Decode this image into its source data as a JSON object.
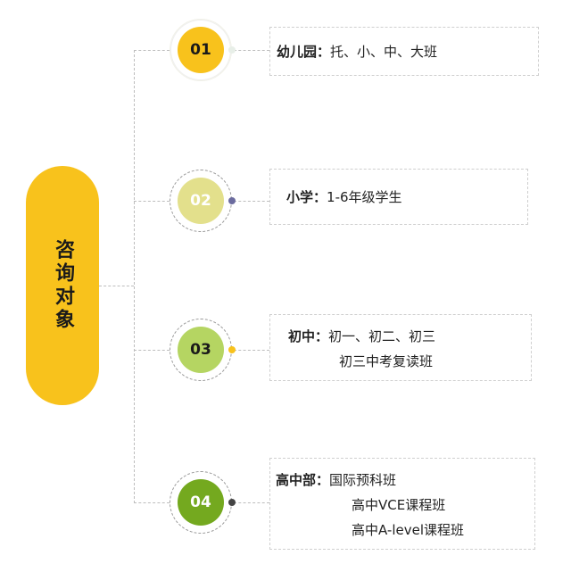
{
  "center_label": "咨询对象",
  "items": [
    {
      "number": "01",
      "label": "幼儿园",
      "separator": "：",
      "lines": [
        "托、小、中、大班"
      ]
    },
    {
      "number": "02",
      "label": "小学",
      "separator": "：",
      "lines": [
        "1-6年级学生"
      ]
    },
    {
      "number": "03",
      "label": "初中",
      "separator": "：",
      "lines": [
        "初一、初二、初三",
        "初三中考复读班"
      ]
    },
    {
      "number": "04",
      "label": "高中部",
      "separator": "：",
      "lines": [
        "国际预科班",
        "高中VCE课程班",
        "高中A-level课程班"
      ]
    }
  ],
  "colors": {
    "pill": "#f8c21c",
    "circle_01": "#f8c21c",
    "circle_02": "#e3e08c",
    "circle_03": "#b5d562",
    "circle_04": "#74a91f",
    "dot_02": "#6b6b9e",
    "dot_03": "#f8c21c",
    "dot_04": "#444444"
  }
}
